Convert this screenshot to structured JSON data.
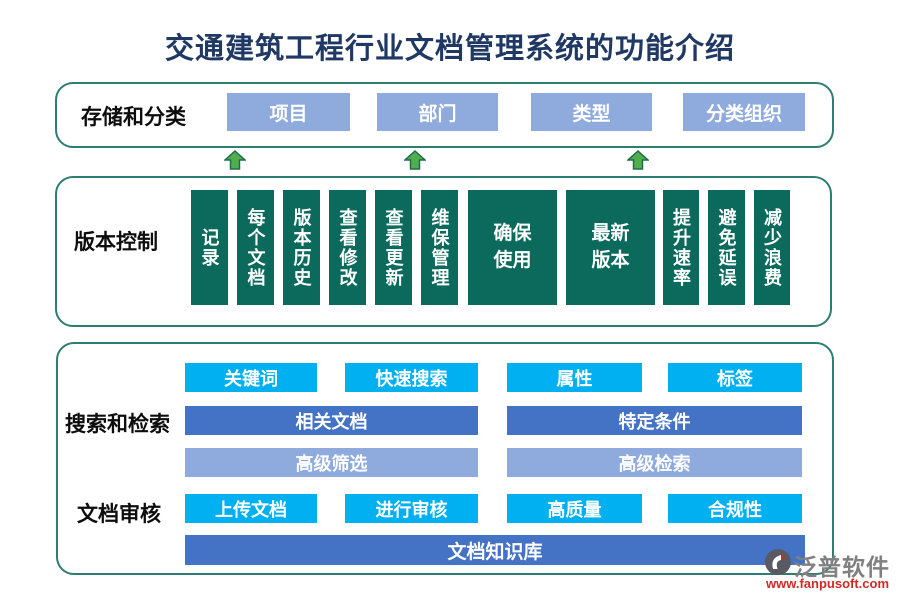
{
  "title": "交通建筑工程行业文档管理系统的功能介绍",
  "storage": {
    "label": "存储和分类",
    "items": [
      "项目",
      "部门",
      "类型",
      "分类组织"
    ]
  },
  "version": {
    "label": "版本控制",
    "blocks": [
      "记录",
      "每个文档",
      "版本历史",
      "查看修改",
      "查看更新",
      "维保管理",
      "确保使用",
      "最新版本",
      "提升速率",
      "避免延误",
      "减少浪费"
    ]
  },
  "search": {
    "label": "搜索和检索",
    "tags_row": [
      "关键词",
      "快速搜索",
      "属性",
      "标签"
    ],
    "wide_row": [
      "相关文档",
      "特定条件"
    ],
    "light_row": [
      "高级筛选",
      "高级检索"
    ]
  },
  "review": {
    "label": "文档审核",
    "tags_row": [
      "上传文档",
      "进行审核",
      "高质量",
      "合规性"
    ],
    "knowledge_base": "文档知识库"
  },
  "watermark": {
    "brand": "泛普软件",
    "url": "www.fanpusoft.com"
  },
  "colors": {
    "title": "#1F3864",
    "accent_blue": "#4472C4",
    "light_blue": "#8FAADC",
    "cyan": "#00B0F0",
    "teal": "#0C6A5D",
    "box_border": "#2E7D72",
    "arrow_green": "#50AE4E",
    "url_red": "#CE2B23"
  }
}
